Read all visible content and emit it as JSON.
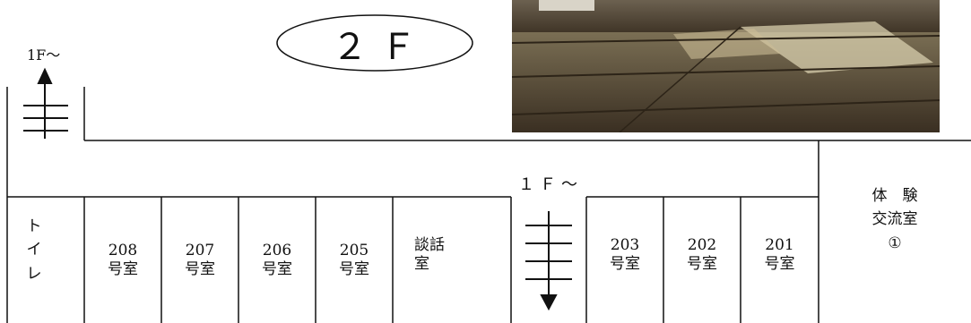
{
  "title": "２Ｆ",
  "stair_top_label": "1F〜",
  "stair_mid_label": "１Ｆ〜",
  "rooms": [
    {
      "id": "toilet",
      "label": "ト\nイ\nレ"
    },
    {
      "id": "208",
      "label": "208\n号室"
    },
    {
      "id": "207",
      "label": "207\n号室"
    },
    {
      "id": "206",
      "label": "206\n号室"
    },
    {
      "id": "205",
      "label": "205\n号室"
    },
    {
      "id": "lounge",
      "label": "談話\n室"
    },
    {
      "id": "203",
      "label": "203\n号室"
    },
    {
      "id": "202",
      "label": "202\n号室"
    },
    {
      "id": "201",
      "label": "201\n号室"
    },
    {
      "id": "exchange",
      "label": "体　験\n交流室\n①"
    }
  ],
  "photo": {
    "subject": "tatami-room-photo"
  }
}
